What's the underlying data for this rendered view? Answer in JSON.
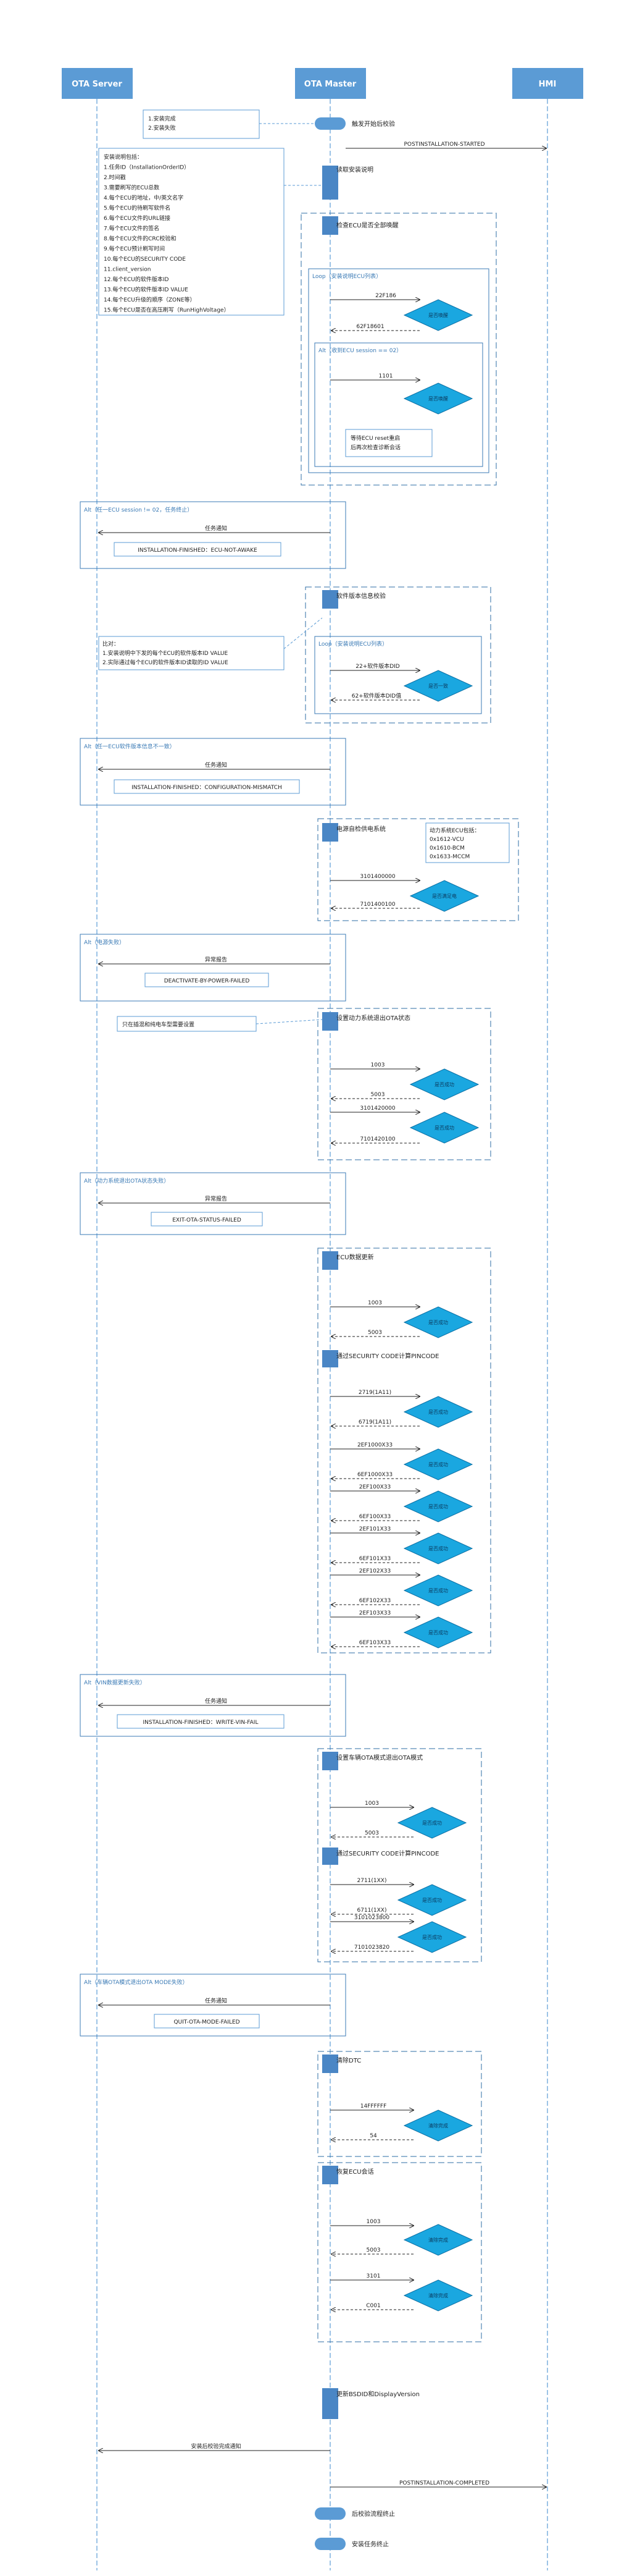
{
  "participants": {
    "server": "OTA Server",
    "master": "OTA Master",
    "hmi": "HMI"
  },
  "start_state": "触发开始后校验",
  "start_note": [
    "1.安装完成",
    "2.安装失败"
  ],
  "postinstall_started": "POSTINSTALLATION-STARTED",
  "read_desc": "读取安装说明",
  "desc_note": [
    "安装说明包括：",
    "1.任务ID（InstallationOrderID）",
    "2.时间戳",
    "3.需要刷写的ECU总数",
    "4.每个ECU的地址，中/英文名字",
    "5.每个ECU的待刷写软件名",
    "6.每个ECU文件的URL链接",
    "7.每个ECU文件的签名",
    "8.每个ECU文件的CRC校验和",
    "9.每个ECU预计刷写时间",
    "10.每个ECU的SECURITY CODE",
    "11.client_version",
    "12.每个ECU的软件版本ID",
    "13.每个ECU的软件版本ID VALUE",
    "14.每个ECU升级的顺序（ZONE等）",
    "15.每个ECU是否在高压刷写（RunHighVoltage）"
  ],
  "wake_check": "检查ECU是否全部唤醒",
  "loop1_title": "Loop（安装说明ECU列表）",
  "alt1_title": "Alt（收到ECU session == 02）",
  "msg_22f186": "22F186",
  "msg_62f186": "62F18601",
  "msg_1101": "1101",
  "decide_wake": "是否唤醒",
  "decide_reset": "是否唤醒",
  "reset_note": [
    "等待ECU reset重启",
    "后再次检查诊断会话"
  ],
  "alt2_title": "Alt（任一ECU session != 02，任务终止）",
  "task_notify": "任务通知",
  "res_not_awake": "INSTALLATION-FINISHED：ECU-NOT-AWAKE",
  "sw_check": "软件版本信息校验",
  "loop2_title": "Loop（安装说明ECU列表）",
  "sw_note": [
    "比对：",
    "1.安装说明中下发的每个ECU的软件版本ID VALUE",
    "2.实际通过每个ECU的软件版本ID读取的ID VALUE"
  ],
  "msg_22did": "22+软件版本DID",
  "msg_62did": "62+软件版本DID值",
  "decide_same": "是否一致",
  "alt3_title": "Alt（任一ECU软件版本信息不一致）",
  "res_config_mismatch": "INSTALLATION-FINISHED：CONFIGURATION-MISMATCH",
  "power_check": "电源自检供电系统",
  "power_note": [
    "动力系统ECU包括：",
    "0x1612-VCU",
    "0x1610-BCM",
    "0x1633-MCCM"
  ],
  "msg_3101400000": "3101400000",
  "msg_7101400100": "7101400100",
  "decide_power_ok": "是否满足电",
  "alt4_title": "Alt（电源失败）",
  "exception_report": "异常报告",
  "res_power_failed": "DEACTIVATE-BY-POWER-FAILED",
  "power_mode_note": "只在插混和纯电车型需要设置",
  "set_power_state": "设置动力系统退出OTA状态",
  "msg_1003": "1003",
  "msg_5003": "5003",
  "msg_3101420000": "3101420000",
  "msg_7101420100": "7101420100",
  "decide_ok": "是否成功",
  "alt5_title": "Alt（动力系统退出OTA状态失败）",
  "res_exit_ota": "EXIT-OTA-STATUS-FAILED",
  "ecu_vin_check": "ECU数据更新",
  "security_pin": "通过SECURITY CODE计算PINCODE",
  "msg_2719": "2719(1A11)",
  "msg_6719": "6719(1A11)",
  "msg_2ef": [
    "2EF1000X33",
    "2EF100X33",
    "2EF101X33",
    "2EF102X33",
    "2EF103X33"
  ],
  "msg_6ef": [
    "6EF1000X33",
    "6EF100X33",
    "6EF101X33",
    "6EF102X33",
    "6EF103X33"
  ],
  "decide_write": "是否成功",
  "alt6_title": "Alt（VIN数据更新失败）",
  "res_write_vin": "INSTALLATION-FINISHED：WRITE-VIN-FAIL",
  "set_exit_ota": "设置车辆OTA模式退出OTA模式",
  "msg_2711": "2711(1XX)",
  "msg_6711": "6711(1XX)",
  "msg_3101023800": "3101023800",
  "msg_7101023820": "7101023820",
  "alt7_title": "Alt（车辆OTA模式退出OTA MODE失败）",
  "res_quit_ota": "QUIT-OTA-MODE-FAILED",
  "clear_dtc": "清除DTC",
  "msg_14ffff": "14FFFFFF",
  "msg_54": "54",
  "decide_clear": "清除完成",
  "restore_session": "恢复ECU会话",
  "msg_1003b": "1003",
  "msg_5003b": "5003",
  "msg_3101": "3101",
  "msg_c001": "C001",
  "decide_restore": "清除完成",
  "update_version": "更新BSDID和DisplayVersion",
  "post_verify_notify": "安装后校验完成通知",
  "postinstall_completed": "POSTINSTALLATION-COMPLETED",
  "end_state_1": "后校验流程终止",
  "end_state_2": "安装任务终止",
  "colors": {
    "header": "#5b9bd5",
    "lifeline": "#5b9bd5",
    "frame": "#2e6da4",
    "diamond": "#1aa7e0",
    "activation": "#4a86c5"
  }
}
